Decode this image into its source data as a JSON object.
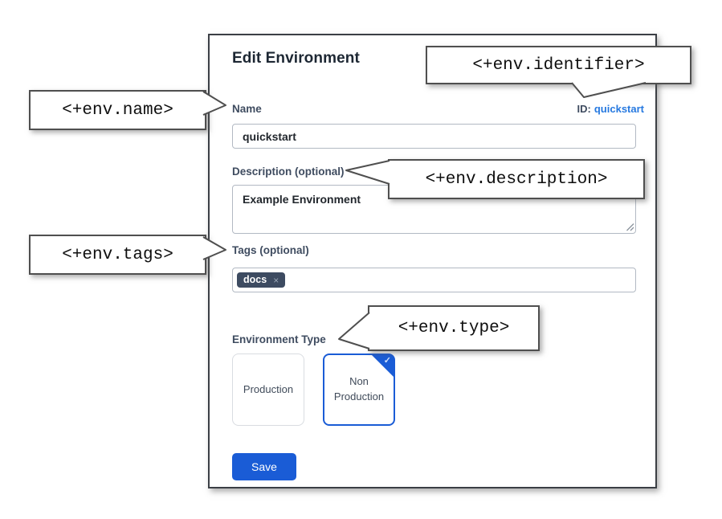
{
  "dialog": {
    "title": "Edit Environment",
    "name": {
      "label": "Name",
      "value": "quickstart"
    },
    "identifier": {
      "label": "ID:",
      "value": "quickstart"
    },
    "description": {
      "label": "Description (optional)",
      "value": "Example Environment"
    },
    "tags": {
      "label": "Tags (optional)",
      "items": [
        {
          "label": "docs",
          "remove_icon": "×"
        }
      ]
    },
    "environment_type": {
      "label": "Environment Type",
      "options": [
        {
          "label": "Production",
          "selected": false
        },
        {
          "label": "Non Production",
          "selected": true,
          "check_icon": "✓"
        }
      ]
    },
    "save_label": "Save"
  },
  "callouts": {
    "identifier": "<+env.identifier>",
    "name": "<+env.name>",
    "description": "<+env.description>",
    "tags": "<+env.tags>",
    "type": "<+env.type>"
  },
  "colors": {
    "accent_blue": "#1a5cd6",
    "link_blue": "#2679e0",
    "label_navy": "#3f4c60",
    "chip_bg": "#3d4b61",
    "panel_border": "#3b3f45",
    "callout_border": "#4f4f4f"
  }
}
